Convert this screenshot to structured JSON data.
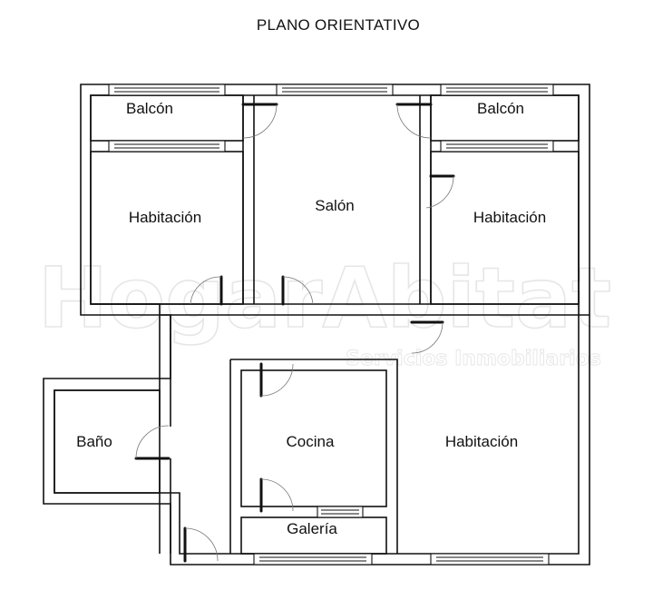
{
  "title": "PLANO ORIENTATIVO",
  "watermark": {
    "brand": "HogarAbitat",
    "tagline": "Servicios Inmobiliarios"
  },
  "rooms": {
    "balcon_left": "Balcón",
    "balcon_right": "Balcón",
    "habitacion_left": "Habitación",
    "salon": "Salón",
    "habitacion_right": "Habitación",
    "bano": "Baño",
    "cocina": "Cocina",
    "habitacion_bottom": "Habitación",
    "galeria": "Galería"
  }
}
